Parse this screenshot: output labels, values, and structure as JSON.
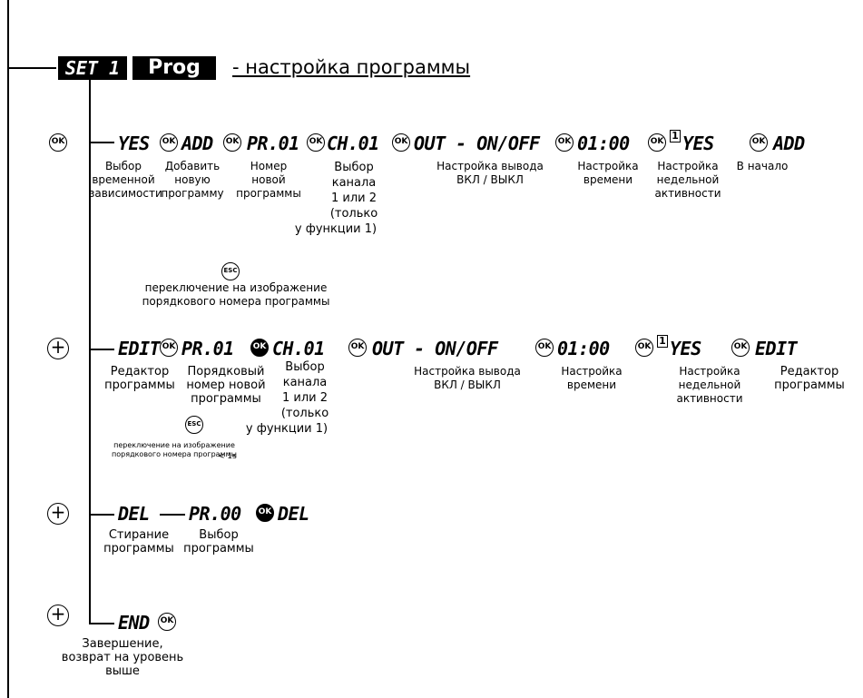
{
  "header": {
    "set_label": "SET 1",
    "prog_label": "Prog",
    "title": "- настройка программы"
  },
  "icons": {
    "ok": "OK",
    "esc": "ESC",
    "plus": "+",
    "one": "1"
  },
  "row1": {
    "segments": [
      "YES",
      "ADD",
      "PR.01",
      "CH.01",
      "OUT - ON/OFF",
      "01:00",
      "YES",
      "ADD"
    ],
    "labels": [
      [
        "Выбор",
        "временной",
        "зависимости"
      ],
      [
        "Добавить",
        "новую",
        "программу"
      ],
      [
        "Номер",
        "новой",
        "программы"
      ],
      [
        "Выбор",
        "канала",
        "1 или 2",
        "(только",
        "у  функции 1)"
      ],
      [
        "Настройка вывода",
        "ВКЛ / ВЫКЛ"
      ],
      [
        "Настройка",
        "времени"
      ],
      [
        "Настройка",
        "недельной",
        "активности"
      ],
      [
        "В начало"
      ]
    ],
    "esc_note": [
      "переключение на изображение",
      "порядкового номера программы"
    ]
  },
  "row2": {
    "segments": [
      "EDIT",
      "PR.01",
      "CH.01",
      "OUT - ON/OFF",
      "01:00",
      "YES",
      "EDIT"
    ],
    "labels": [
      [
        "Редактор",
        "программы"
      ],
      [
        "Порядковый",
        "номер новой",
        "программы"
      ],
      [
        "Выбор",
        "канала",
        "1 или 2",
        "(только",
        "у  функции 1)"
      ],
      [
        "Настройка вывода",
        "ВКЛ / ВЫКЛ"
      ],
      [
        "Настройка",
        "времени"
      ],
      [
        "Настройка",
        "недельной",
        "активности"
      ],
      [
        "Редактор",
        "программы"
      ]
    ],
    "esc_note": [
      "переключение на изображение",
      "порядкового номера программы"
    ],
    "time_note": "< 1s"
  },
  "row3": {
    "segments": [
      "DEL",
      "PR.00",
      "DEL"
    ],
    "labels": [
      [
        "Стирание",
        "программы"
      ],
      [
        "Выбор",
        "программы"
      ]
    ]
  },
  "row4": {
    "segments": [
      "END"
    ],
    "labels": [
      [
        "Завершение,",
        "возврат на уровень",
        "выше"
      ]
    ]
  }
}
